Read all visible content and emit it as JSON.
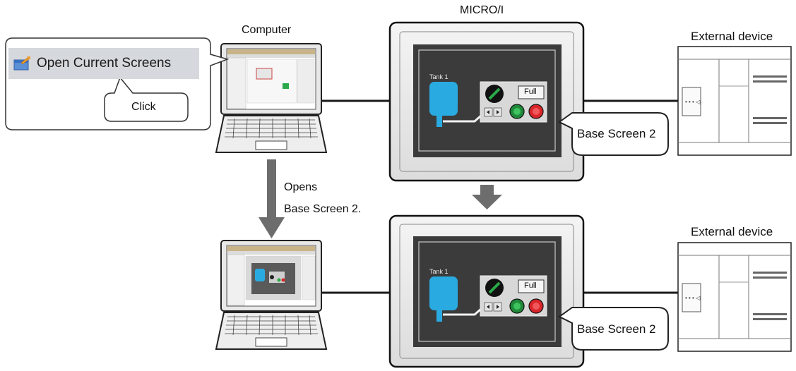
{
  "labels": {
    "computer": "Computer",
    "micro_i": "MICRO/I",
    "external_device_top": "External device",
    "external_device_bottom": "External device",
    "opens_line1": "Opens",
    "opens_line2": "Base Screen 2."
  },
  "callout": {
    "button_label": "Open Current Screens",
    "click_label": "Click"
  },
  "screen_top": {
    "tank_label": "Tank 1",
    "full_label": "Full",
    "base_screen_label": "Base Screen 2"
  },
  "screen_bottom": {
    "tank_label": "Tank 1",
    "full_label": "Full",
    "base_screen_label": "Base Screen 2"
  },
  "colors": {
    "tank": "#29abe2",
    "hmi_screen": "#3a3a3a",
    "arrow": "#6d6d6d",
    "lamp_green": "#1f8a3a",
    "lamp_red": "#d9262a"
  }
}
